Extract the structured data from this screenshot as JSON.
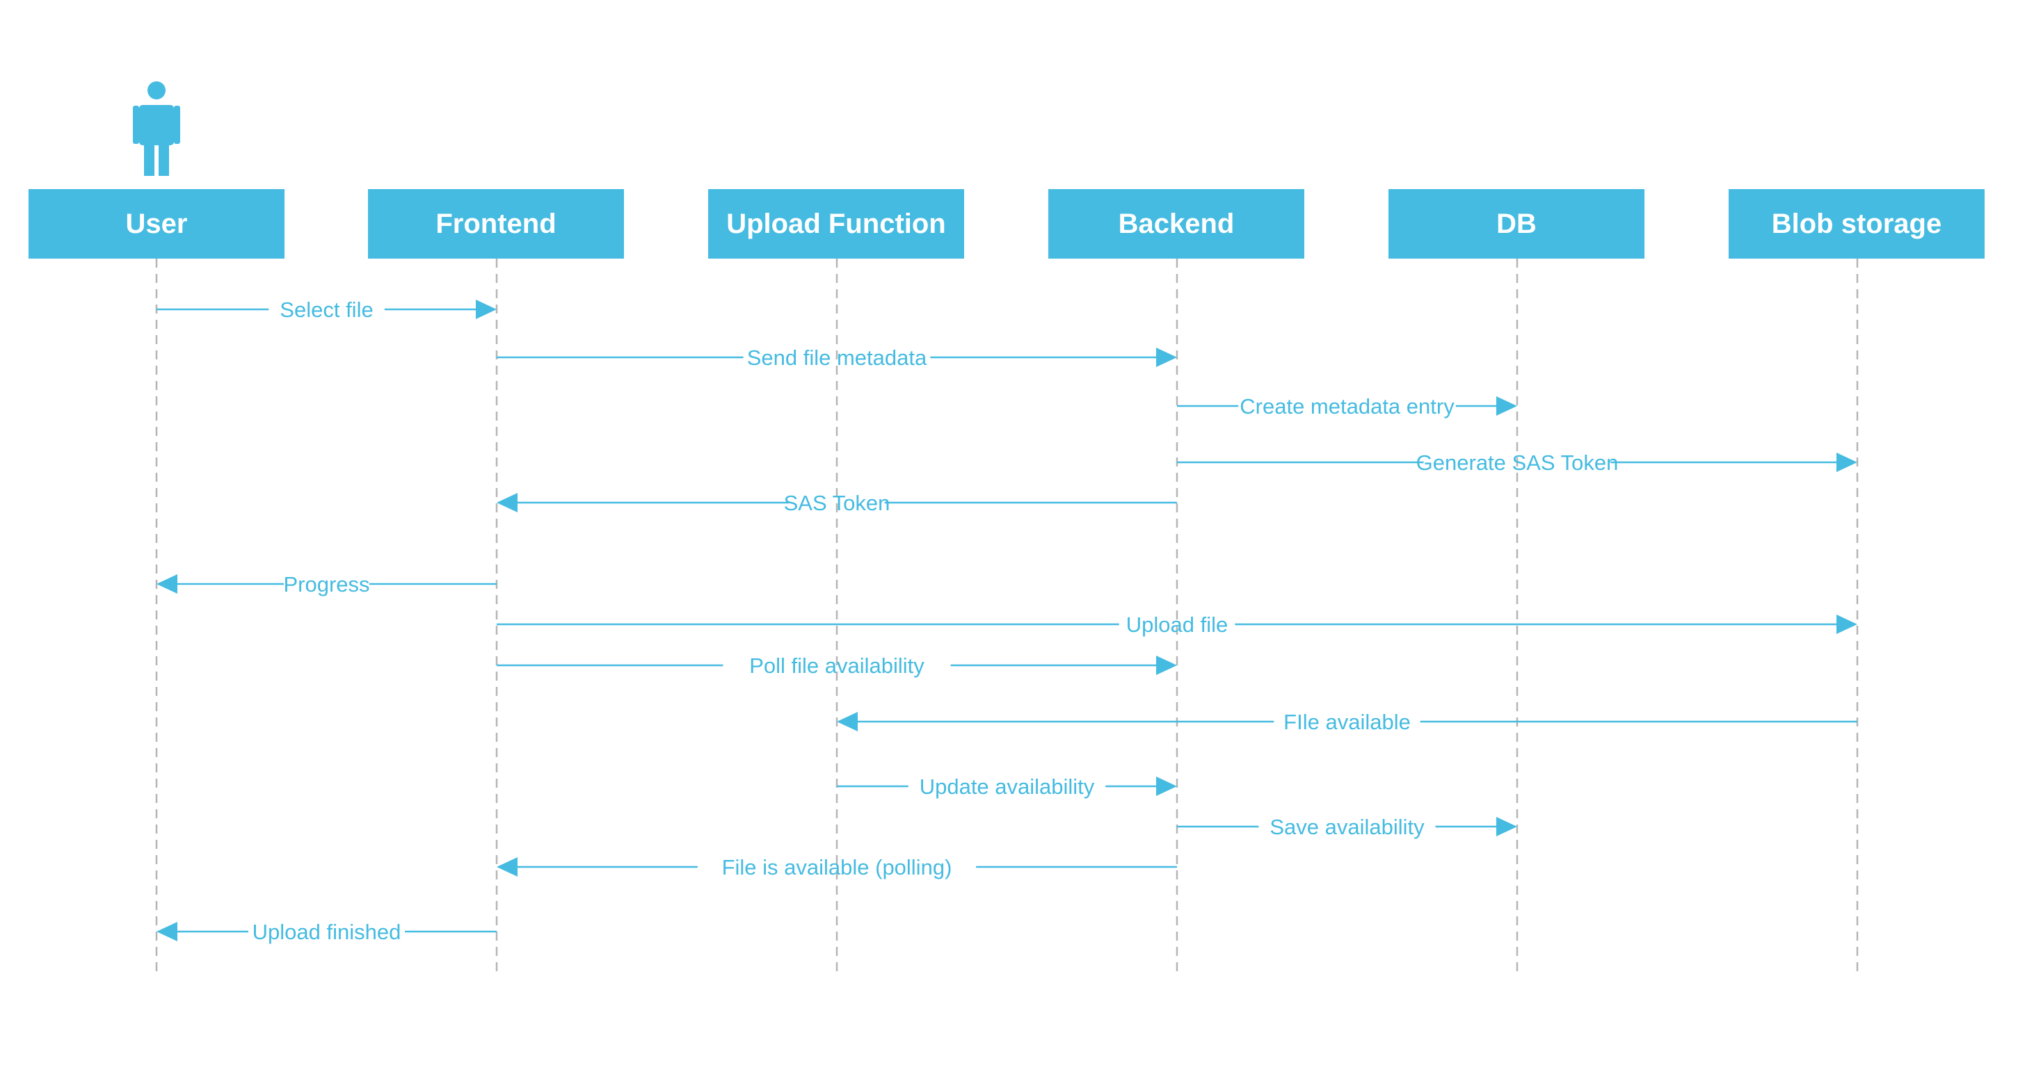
{
  "colors": {
    "accent": "#45bbe1",
    "lifeline": "#b5b5b5",
    "background": "#ffffff",
    "box_text": "#ffffff"
  },
  "actor": {
    "icon": "user-figure-icon",
    "participant": "user"
  },
  "participants": [
    {
      "id": "user",
      "label": "User"
    },
    {
      "id": "frontend",
      "label": "Frontend"
    },
    {
      "id": "upload_function",
      "label": "Upload Function"
    },
    {
      "id": "backend",
      "label": "Backend"
    },
    {
      "id": "db",
      "label": "DB"
    },
    {
      "id": "blob_storage",
      "label": "Blob storage"
    }
  ],
  "messages": [
    {
      "from": "user",
      "to": "frontend",
      "label": "Select file"
    },
    {
      "from": "frontend",
      "to": "backend",
      "label": "Send file metadata"
    },
    {
      "from": "backend",
      "to": "db",
      "label": "Create metadata entry"
    },
    {
      "from": "backend",
      "to": "blob_storage",
      "label": "Generate SAS Token"
    },
    {
      "from": "backend",
      "to": "frontend",
      "label": "SAS Token"
    },
    {
      "from": "frontend",
      "to": "user",
      "label": "Progress"
    },
    {
      "from": "frontend",
      "to": "blob_storage",
      "label": "Upload file"
    },
    {
      "from": "frontend",
      "to": "backend",
      "label": "Poll file availability"
    },
    {
      "from": "blob_storage",
      "to": "upload_function",
      "label": "FIle available"
    },
    {
      "from": "upload_function",
      "to": "backend",
      "label": "Update availability"
    },
    {
      "from": "backend",
      "to": "db",
      "label": "Save availability"
    },
    {
      "from": "backend",
      "to": "frontend",
      "label": "File is available (polling)"
    },
    {
      "from": "frontend",
      "to": "user",
      "label": "Upload finished"
    }
  ]
}
